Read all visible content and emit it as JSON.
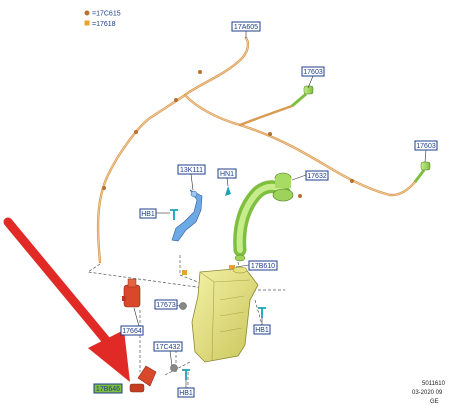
{
  "legend": [
    {
      "marker": "circle",
      "color": "#b7712c",
      "text": "=17C615"
    },
    {
      "marker": "square",
      "color": "#e9a32a",
      "text": "=17618"
    }
  ],
  "labels": {
    "a17a605": "17A605",
    "a17603_top": "17603",
    "a17603_right": "17603",
    "a13k111": "13K111",
    "hn1": "HN1",
    "a17632": "17632",
    "hb1_left": "HB1",
    "a17b610": "17B610",
    "a17673": "17673",
    "a17664": "17664",
    "hb1_right": "HB1",
    "a17c432": "17C432",
    "hb1_bottom": "HB1",
    "a17b646": "17B646"
  },
  "info": {
    "ref": "5011610",
    "date": "03-2020 09",
    "region": "GE"
  },
  "colors": {
    "label_border": "#1c3e8a",
    "hose": "#d99a53",
    "tank": "#e9e58a",
    "green_part": "#9fd25a",
    "blue_bracket": "#6da9e4",
    "red_pump": "#d9482b",
    "arrow": "#e12a25"
  }
}
